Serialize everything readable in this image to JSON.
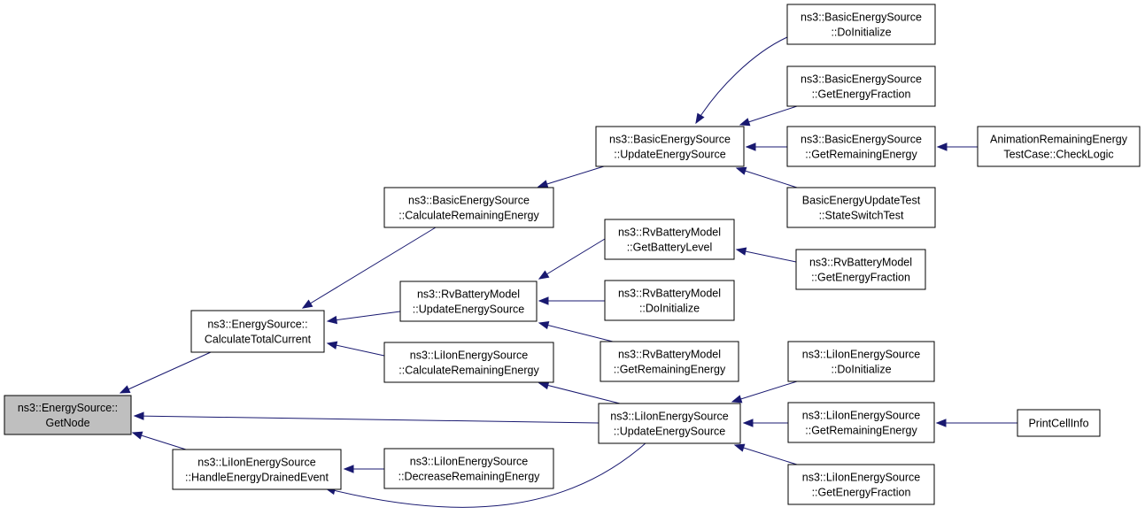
{
  "colors": {
    "edge": "#191970",
    "root_fill": "#bfbfbf",
    "node_fill": "#ffffff"
  },
  "nodes": [
    {
      "id": "getnode",
      "lines": [
        "ns3::EnergySource::",
        "GetNode"
      ],
      "root": true
    },
    {
      "id": "calctotal",
      "lines": [
        "ns3::EnergySource::",
        "CalculateTotalCurrent"
      ]
    },
    {
      "id": "handledrained",
      "lines": [
        "ns3::LiIonEnergySource",
        "::HandleEnergyDrainedEvent"
      ]
    },
    {
      "id": "basic_calcrem",
      "lines": [
        "ns3::BasicEnergySource",
        "::CalculateRemainingEnergy"
      ]
    },
    {
      "id": "rv_update",
      "lines": [
        "ns3::RvBatteryModel",
        "::UpdateEnergySource"
      ]
    },
    {
      "id": "liion_calcrem",
      "lines": [
        "ns3::LiIonEnergySource",
        "::CalculateRemainingEnergy"
      ]
    },
    {
      "id": "liion_decrease",
      "lines": [
        "ns3::LiIonEnergySource",
        "::DecreaseRemainingEnergy"
      ]
    },
    {
      "id": "basic_update",
      "lines": [
        "ns3::BasicEnergySource",
        "::UpdateEnergySource"
      ]
    },
    {
      "id": "rv_getbattery",
      "lines": [
        "ns3::RvBatteryModel",
        "::GetBatteryLevel"
      ]
    },
    {
      "id": "rv_doinit",
      "lines": [
        "ns3::RvBatteryModel",
        "::DoInitialize"
      ]
    },
    {
      "id": "rv_getrem",
      "lines": [
        "ns3::RvBatteryModel",
        "::GetRemainingEnergy"
      ]
    },
    {
      "id": "liion_update",
      "lines": [
        "ns3::LiIonEnergySource",
        "::UpdateEnergySource"
      ]
    },
    {
      "id": "basic_doinit",
      "lines": [
        "ns3::BasicEnergySource",
        "::DoInitialize"
      ]
    },
    {
      "id": "basic_getfrac",
      "lines": [
        "ns3::BasicEnergySource",
        "::GetEnergyFraction"
      ]
    },
    {
      "id": "basic_getrem",
      "lines": [
        "ns3::BasicEnergySource",
        "::GetRemainingEnergy"
      ]
    },
    {
      "id": "basic_test",
      "lines": [
        "BasicEnergyUpdateTest",
        "::StateSwitchTest"
      ]
    },
    {
      "id": "rv_getfrac",
      "lines": [
        "ns3::RvBatteryModel",
        "::GetEnergyFraction"
      ]
    },
    {
      "id": "liion_doinit",
      "lines": [
        "ns3::LiIonEnergySource",
        "::DoInitialize"
      ]
    },
    {
      "id": "liion_getrem",
      "lines": [
        "ns3::LiIonEnergySource",
        "::GetRemainingEnergy"
      ]
    },
    {
      "id": "liion_getfrac",
      "lines": [
        "ns3::LiIonEnergySource",
        "::GetEnergyFraction"
      ]
    },
    {
      "id": "anim_test",
      "lines": [
        "AnimationRemainingEnergy",
        "TestCase::CheckLogic"
      ]
    },
    {
      "id": "printcell",
      "lines": [
        "PrintCellInfo"
      ]
    }
  ],
  "edges": [
    {
      "from": "calctotal",
      "to": "getnode"
    },
    {
      "from": "liion_update",
      "to": "getnode"
    },
    {
      "from": "handledrained",
      "to": "getnode"
    },
    {
      "from": "basic_calcrem",
      "to": "calctotal"
    },
    {
      "from": "rv_update",
      "to": "calctotal"
    },
    {
      "from": "liion_calcrem",
      "to": "calctotal"
    },
    {
      "from": "liion_decrease",
      "to": "handledrained"
    },
    {
      "from": "liion_update",
      "to": "handledrained"
    },
    {
      "from": "basic_update",
      "to": "basic_calcrem"
    },
    {
      "from": "rv_getbattery",
      "to": "rv_update"
    },
    {
      "from": "rv_doinit",
      "to": "rv_update"
    },
    {
      "from": "rv_getrem",
      "to": "rv_update"
    },
    {
      "from": "liion_update",
      "to": "liion_calcrem"
    },
    {
      "from": "basic_doinit",
      "to": "basic_update"
    },
    {
      "from": "basic_getfrac",
      "to": "basic_update"
    },
    {
      "from": "basic_getrem",
      "to": "basic_update"
    },
    {
      "from": "basic_test",
      "to": "basic_update"
    },
    {
      "from": "rv_getfrac",
      "to": "rv_getbattery"
    },
    {
      "from": "liion_doinit",
      "to": "liion_update"
    },
    {
      "from": "liion_getrem",
      "to": "liion_update"
    },
    {
      "from": "liion_getfrac",
      "to": "liion_update"
    },
    {
      "from": "anim_test",
      "to": "basic_getrem"
    },
    {
      "from": "printcell",
      "to": "liion_getrem"
    }
  ]
}
